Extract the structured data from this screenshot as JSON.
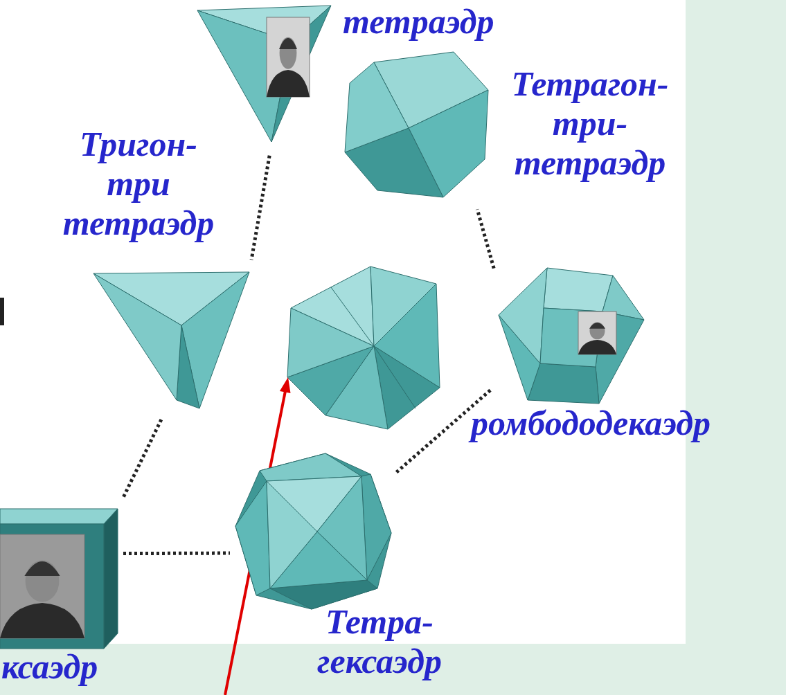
{
  "diagram": {
    "nodes": [
      {
        "text": [
          "тетраэдр"
        ]
      },
      {
        "text": [
          "Тетрагон- три- тетраэдр"
        ]
      },
      {
        "text": [
          "Тригон- три тетраэдр"
        ]
      },
      {
        "text": [
          "ромбододекаэдр"
        ]
      },
      {
        "text": [
          "Тетра- гексаэдр"
        ]
      },
      {
        "text": [
          "ксаэдр"
        ]
      }
    ],
    "edges": [
      {
        "from": 0,
        "to": 2,
        "arrow": "none"
      },
      {
        "from": 2,
        "to": 5,
        "arrow": "none"
      },
      {
        "from": 5,
        "to": 4,
        "arrow": "none"
      },
      {
        "from": 4,
        "to": 3,
        "arrow": "none"
      },
      {
        "from": 3,
        "to": 1,
        "arrow": "none"
      }
    ]
  }
}
